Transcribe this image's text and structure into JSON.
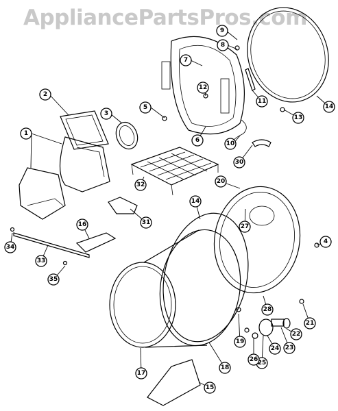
{
  "watermark": "AppliancePartsPros.com",
  "callouts": [
    "1",
    "2",
    "3",
    "4",
    "5",
    "6",
    "7",
    "8",
    "9",
    "10",
    "11",
    "12",
    "13",
    "14",
    "14",
    "15",
    "16",
    "17",
    "18",
    "19",
    "20",
    "21",
    "22",
    "23",
    "24",
    "25",
    "26",
    "27",
    "28",
    "30",
    "31",
    "32",
    "33",
    "34",
    "35"
  ]
}
